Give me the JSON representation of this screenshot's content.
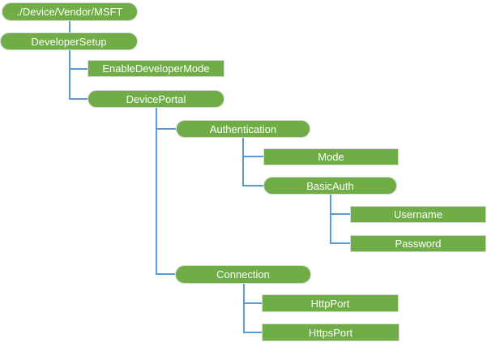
{
  "colors": {
    "background": "#ffffff",
    "node_fill": "#70AD47",
    "node_text": "#ffffff",
    "node_border": "#d9d9d9",
    "connector": "#5B9BD5"
  },
  "diagram": {
    "type": "tree",
    "root": "./Device/Vendor/MSFT"
  },
  "nodes": [
    {
      "label": "./Device/Vendor/MSFT",
      "shape": "rounded",
      "parent": null
    },
    {
      "label": "DeveloperSetup",
      "shape": "rounded",
      "parent": "./Device/Vendor/MSFT"
    },
    {
      "label": "EnableDeveloperMode",
      "shape": "rectangle",
      "parent": "DeveloperSetup"
    },
    {
      "label": "DevicePortal",
      "shape": "rounded",
      "parent": "DeveloperSetup"
    },
    {
      "label": "Authentication",
      "shape": "rounded",
      "parent": "DevicePortal"
    },
    {
      "label": "Mode",
      "shape": "rectangle",
      "parent": "Authentication"
    },
    {
      "label": "BasicAuth",
      "shape": "rounded",
      "parent": "Authentication"
    },
    {
      "label": "Username",
      "shape": "rectangle",
      "parent": "BasicAuth"
    },
    {
      "label": "Password",
      "shape": "rectangle",
      "parent": "BasicAuth"
    },
    {
      "label": "Connection",
      "shape": "rounded",
      "parent": "DevicePortal"
    },
    {
      "label": "HttpPort",
      "shape": "rectangle",
      "parent": "Connection"
    },
    {
      "label": "HttpsPort",
      "shape": "rectangle",
      "parent": "Connection"
    }
  ]
}
